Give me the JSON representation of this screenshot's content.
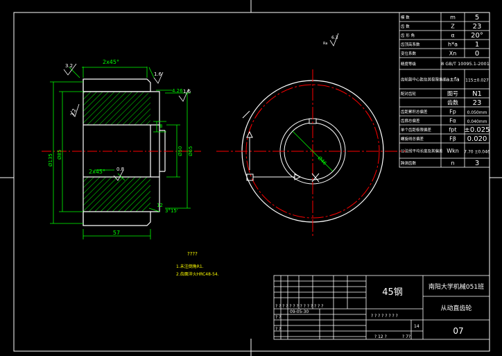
{
  "colors": {
    "background": "#000000",
    "frame": "#ffffff",
    "part_outline": "#ffffff",
    "dimension": "#00ff00",
    "hatch": "#00ff00",
    "center_line": "#ff0000",
    "pitch_circle": "#ff0000",
    "annotation_yellow": "#ffff00"
  },
  "icons": [
    "section-hatch-pattern",
    "roughness-symbol",
    "cutting-plane-arrow"
  ],
  "section_view": {
    "chamfer_top": "2x45°",
    "chamfer_bottom": "2x45°",
    "roughness_top_left": "3.2",
    "roughness_top_right": "1.6",
    "roughness_bore": "3.2",
    "roughness_right": "1.6",
    "roughness_bore_inner": "0.8",
    "dim_top_small": "4.26",
    "dim_keyway": "8",
    "dim_d_outer": "Ø135",
    "dim_d_root": "Ø85",
    "dim_bore": "Ø50",
    "dim_hub": "Ø65",
    "dim_bottom_right": "3°15'",
    "dim_bottom_12": "12",
    "dim_width": "57"
  },
  "front_view": {
    "roughness_top": "6.3",
    "roughness_label": "Ra",
    "dim_bore_diag": "Ø46"
  },
  "notes": {
    "title": "????",
    "line1": "1.未注倒角R1.",
    "line2": "2.齿面淬火HRC48-54."
  },
  "param_table": {
    "rows": [
      {
        "name": "模 数",
        "sym": "m",
        "val": "5"
      },
      {
        "name": "齿 数",
        "sym": "Z",
        "val": "23"
      },
      {
        "name": "齿 形 角",
        "sym": "α",
        "val": "20°"
      },
      {
        "name": "齿顶高系数",
        "sym": "h*a",
        "val": "1"
      },
      {
        "name": "变位系数",
        "sym": "Xn",
        "val": "0"
      },
      {
        "name": "精度等级",
        "sym": "",
        "val": "8 GB/T 10095.1-2001"
      },
      {
        "name": "齿轮副中心距及其极限偏差",
        "sym": "a±fa",
        "val": "115±0.027"
      },
      {
        "name": "配对齿轮",
        "sym": "图号",
        "val": "N1"
      },
      {
        "name": "",
        "sym": "齿数",
        "val": "23"
      },
      {
        "name": "齿距累积总偏差",
        "sym": "Fp",
        "val": "0.050mm"
      },
      {
        "name": "齿廓总偏差",
        "sym": "Fα",
        "val": "0.040mm"
      },
      {
        "name": "单个齿距极限偏差",
        "sym": "fpt",
        "val": "±0.025"
      },
      {
        "name": "螺旋线总偏差",
        "sym": "Fβ",
        "val": "0.020"
      },
      {
        "name": "公法线平均长度及其偏差",
        "sym": "Wkn",
        "val": "7.70 ±0.046"
      },
      {
        "name": "跨测齿数",
        "sym": "n",
        "val": "3"
      }
    ]
  },
  "title_block": {
    "material": "45钢",
    "school": "南阳大学机械051班",
    "part_name": "从动直齿轮",
    "drawing_no": "07",
    "designer_label": "? ?",
    "date": "09-05-30",
    "r1": "? ? ? ?  ? ?  ? ? ?  ? ? ? ? ?",
    "scale_row": "? ? ? ?  ? ?  ? ?",
    "sheet_total": "14",
    "bottom_left": "? ?",
    "bottom_mid": "? 12 ?",
    "bottom_right": "? 7?"
  }
}
